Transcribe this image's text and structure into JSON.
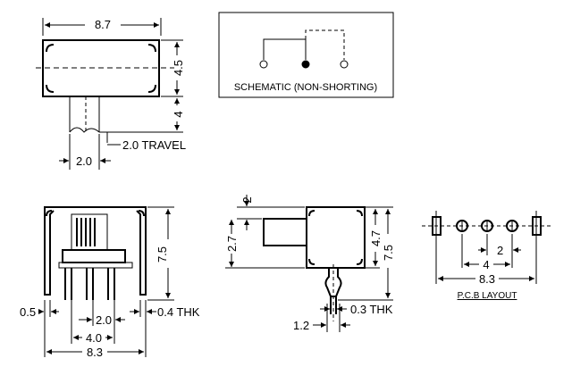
{
  "top_view": {
    "width": "8.7",
    "height_body": "4.5",
    "height_actuator": "4",
    "width_actuator": "2.0",
    "travel": "2.0 TRAVEL"
  },
  "schematic": {
    "label": "SCHEMATIC (NON-SHORTING)"
  },
  "front_view": {
    "height": "7.5",
    "leg_width": "0.5",
    "pin_pitch": "2.0",
    "thickness": "0.4 THK",
    "pin_span": "4.0",
    "width": "8.3"
  },
  "side_view": {
    "offset": "2",
    "actuator_height": "2.7",
    "body_height": "4.7",
    "total_height": "7.5",
    "leg_width": "1.2",
    "thickness": "0.3 THK"
  },
  "pcb": {
    "pitch": "2",
    "span": "4",
    "width": "8.3",
    "title": "P.C.B LAYOUT"
  }
}
